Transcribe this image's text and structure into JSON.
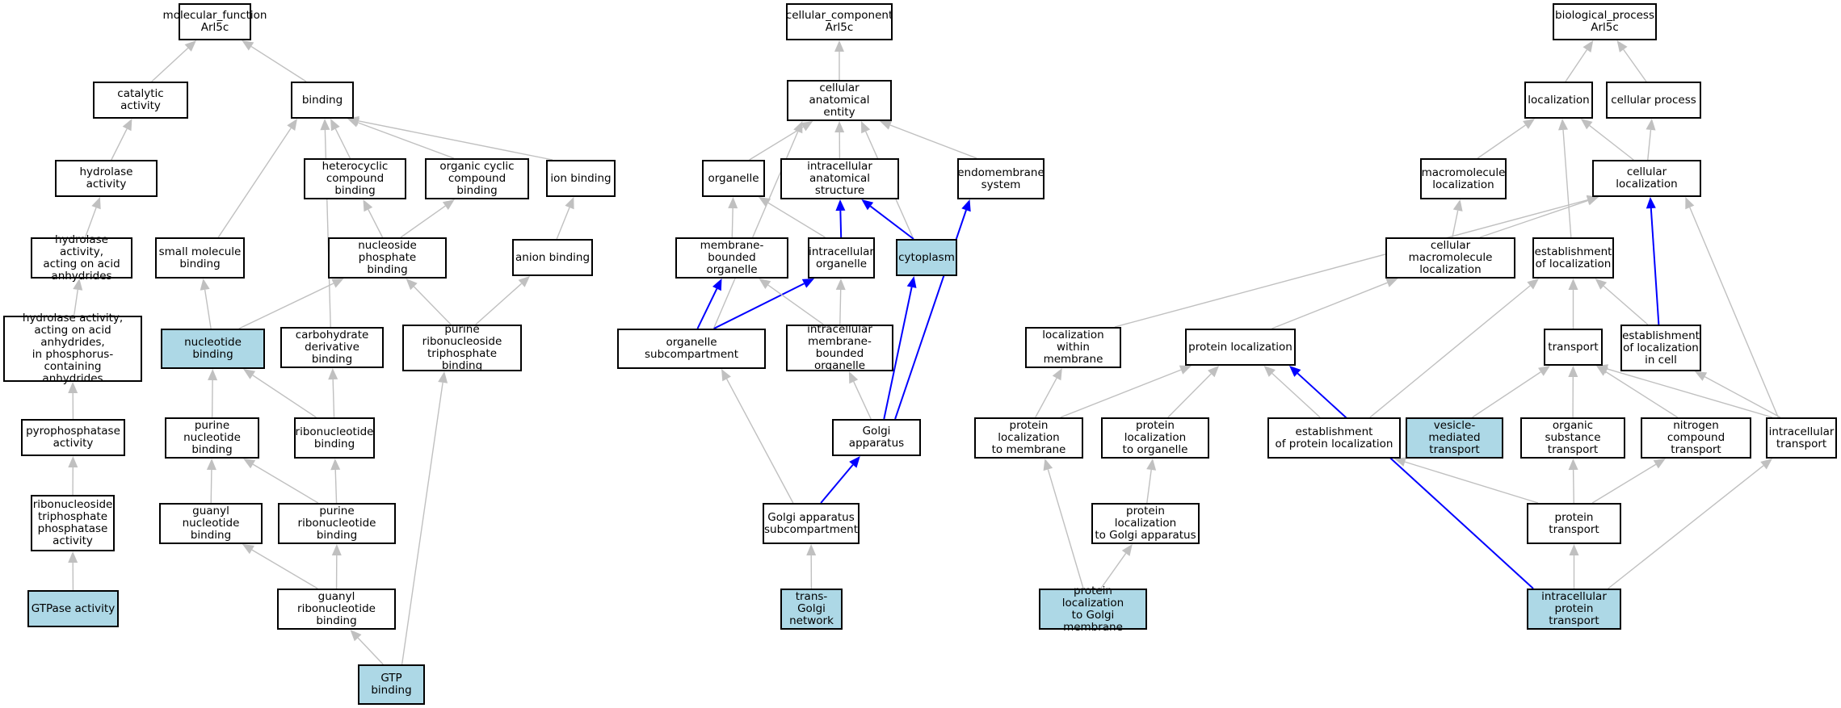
{
  "colors": {
    "highlight_fill": "#add8e6",
    "normal_fill": "#ffffff",
    "edge_gray": "#c0c0c0",
    "edge_blue": "#0000ff",
    "border": "#000000"
  },
  "nodes": {
    "mf_root": {
      "label": "molecular_function\nArl5c",
      "highlight": false
    },
    "catalytic": {
      "label": "catalytic activity",
      "highlight": false
    },
    "binding": {
      "label": "binding",
      "highlight": false
    },
    "hydrolase": {
      "label": "hydrolase activity",
      "highlight": false
    },
    "hydrolase_acid": {
      "label": "hydrolase activity,\nacting on acid\nanhydrides",
      "highlight": false
    },
    "hydrolase_p": {
      "label": "hydrolase activity,\nacting on acid\nanhydrides,\nin phosphorus-containing\nanhydrides",
      "highlight": false
    },
    "pyrophosphatase": {
      "label": "pyrophosphatase\nactivity",
      "highlight": false
    },
    "rntp_phosphatase": {
      "label": "ribonucleoside\ntriphosphate\nphosphatase\nactivity",
      "highlight": false
    },
    "gtpase": {
      "label": "GTPase activity",
      "highlight": true
    },
    "heterocyclic": {
      "label": "heterocyclic\ncompound binding",
      "highlight": false
    },
    "organic_cyclic": {
      "label": "organic cyclic\ncompound binding",
      "highlight": false
    },
    "ion_binding": {
      "label": "ion binding",
      "highlight": false
    },
    "small_molecule": {
      "label": "small molecule\nbinding",
      "highlight": false
    },
    "nucleoside_phosphate": {
      "label": "nucleoside phosphate\nbinding",
      "highlight": false
    },
    "anion_binding": {
      "label": "anion binding",
      "highlight": false
    },
    "nucleotide_binding": {
      "label": "nucleotide binding",
      "highlight": true
    },
    "carbohydrate_deriv": {
      "label": "carbohydrate\nderivative binding",
      "highlight": false
    },
    "purine_rnstp": {
      "label": "purine ribonucleoside\ntriphosphate\nbinding",
      "highlight": false
    },
    "purine_nucleotide": {
      "label": "purine nucleotide\nbinding",
      "highlight": false
    },
    "ribonucleotide": {
      "label": "ribonucleotide\nbinding",
      "highlight": false
    },
    "guanyl_nucleotide": {
      "label": "guanyl nucleotide\nbinding",
      "highlight": false
    },
    "purine_ribonucleotide": {
      "label": "purine ribonucleotide\nbinding",
      "highlight": false
    },
    "guanyl_ribonucleotide": {
      "label": "guanyl ribonucleotide\nbinding",
      "highlight": false
    },
    "gtp_binding": {
      "label": "GTP binding",
      "highlight": true
    },
    "cc_root": {
      "label": "cellular_component\nArl5c",
      "highlight": false
    },
    "cae": {
      "label": "cellular anatomical\nentity",
      "highlight": false
    },
    "organelle": {
      "label": "organelle",
      "highlight": false
    },
    "intracellular_as": {
      "label": "intracellular\nanatomical structure",
      "highlight": false
    },
    "endomembrane": {
      "label": "endomembrane\nsystem",
      "highlight": false
    },
    "membrane_bounded": {
      "label": "membrane-bounded\norganelle",
      "highlight": false
    },
    "intracellular_org": {
      "label": "intracellular\norganelle",
      "highlight": false
    },
    "cytoplasm": {
      "label": "cytoplasm",
      "highlight": true
    },
    "organelle_subcomp": {
      "label": "organelle subcompartment",
      "highlight": false
    },
    "intra_mb_org": {
      "label": "intracellular\nmembrane-bounded\norganelle",
      "highlight": false
    },
    "golgi": {
      "label": "Golgi apparatus",
      "highlight": false
    },
    "golgi_subcomp": {
      "label": "Golgi apparatus\nsubcompartment",
      "highlight": false
    },
    "tgn": {
      "label": "trans-Golgi\nnetwork",
      "highlight": true
    },
    "bp_root": {
      "label": "biological_process\nArl5c",
      "highlight": false
    },
    "localization": {
      "label": "localization",
      "highlight": false
    },
    "cellular_process": {
      "label": "cellular process",
      "highlight": false
    },
    "macromolecule_loc": {
      "label": "macromolecule\nlocalization",
      "highlight": false
    },
    "cellular_loc": {
      "label": "cellular localization",
      "highlight": false
    },
    "cell_macro_loc": {
      "label": "cellular macromolecule\nlocalization",
      "highlight": false
    },
    "establish_loc": {
      "label": "establishment\nof localization",
      "highlight": false
    },
    "loc_within_membrane": {
      "label": "localization\nwithin membrane",
      "highlight": false
    },
    "protein_loc": {
      "label": "protein localization",
      "highlight": false
    },
    "transport": {
      "label": "transport",
      "highlight": false
    },
    "establish_loc_cell": {
      "label": "establishment\nof localization\nin cell",
      "highlight": false
    },
    "protein_loc_membrane": {
      "label": "protein localization\nto membrane",
      "highlight": false
    },
    "protein_loc_organelle": {
      "label": "protein localization\nto organelle",
      "highlight": false
    },
    "establish_protein_loc": {
      "label": "establishment\nof protein localization",
      "highlight": false
    },
    "vesicle_transport": {
      "label": "vesicle-mediated\ntransport",
      "highlight": true
    },
    "organic_transport": {
      "label": "organic substance\ntransport",
      "highlight": false
    },
    "nitrogen_transport": {
      "label": "nitrogen compound\ntransport",
      "highlight": false
    },
    "intracellular_transport": {
      "label": "intracellular\ntransport",
      "highlight": false
    },
    "protein_loc_golgi": {
      "label": "protein localization\nto Golgi apparatus",
      "highlight": false
    },
    "protein_transport": {
      "label": "protein transport",
      "highlight": false
    },
    "protein_loc_golgi_membrane": {
      "label": "protein localization\nto Golgi membrane",
      "highlight": true
    },
    "intracellular_protein_transport": {
      "label": "intracellular\nprotein transport",
      "highlight": true
    }
  },
  "edges": [
    {
      "from": "catalytic",
      "to": "mf_root",
      "color": "gray"
    },
    {
      "from": "binding",
      "to": "mf_root",
      "color": "gray"
    },
    {
      "from": "hydrolase",
      "to": "catalytic",
      "color": "gray"
    },
    {
      "from": "hydrolase_acid",
      "to": "hydrolase",
      "color": "gray"
    },
    {
      "from": "hydrolase_p",
      "to": "hydrolase_acid",
      "color": "gray"
    },
    {
      "from": "pyrophosphatase",
      "to": "hydrolase_p",
      "color": "gray"
    },
    {
      "from": "rntp_phosphatase",
      "to": "pyrophosphatase",
      "color": "gray"
    },
    {
      "from": "gtpase",
      "to": "rntp_phosphatase",
      "color": "gray"
    },
    {
      "from": "heterocyclic",
      "to": "binding",
      "color": "gray"
    },
    {
      "from": "organic_cyclic",
      "to": "binding",
      "color": "gray"
    },
    {
      "from": "ion_binding",
      "to": "binding",
      "color": "gray"
    },
    {
      "from": "small_molecule",
      "to": "binding",
      "color": "gray"
    },
    {
      "from": "carbohydrate_deriv",
      "to": "binding",
      "color": "gray"
    },
    {
      "from": "nucleoside_phosphate",
      "to": "heterocyclic",
      "color": "gray"
    },
    {
      "from": "nucleoside_phosphate",
      "to": "organic_cyclic",
      "color": "gray"
    },
    {
      "from": "anion_binding",
      "to": "ion_binding",
      "color": "gray"
    },
    {
      "from": "nucleotide_binding",
      "to": "small_molecule",
      "color": "gray"
    },
    {
      "from": "nucleotide_binding",
      "to": "nucleoside_phosphate",
      "color": "gray"
    },
    {
      "from": "purine_rnstp",
      "to": "nucleoside_phosphate",
      "color": "gray"
    },
    {
      "from": "purine_rnstp",
      "to": "anion_binding",
      "color": "gray"
    },
    {
      "from": "purine_nucleotide",
      "to": "nucleotide_binding",
      "color": "gray"
    },
    {
      "from": "ribonucleotide",
      "to": "nucleotide_binding",
      "color": "gray"
    },
    {
      "from": "ribonucleotide",
      "to": "carbohydrate_deriv",
      "color": "gray"
    },
    {
      "from": "guanyl_nucleotide",
      "to": "purine_nucleotide",
      "color": "gray"
    },
    {
      "from": "purine_ribonucleotide",
      "to": "purine_nucleotide",
      "color": "gray"
    },
    {
      "from": "purine_ribonucleotide",
      "to": "ribonucleotide",
      "color": "gray"
    },
    {
      "from": "guanyl_ribonucleotide",
      "to": "guanyl_nucleotide",
      "color": "gray"
    },
    {
      "from": "guanyl_ribonucleotide",
      "to": "purine_ribonucleotide",
      "color": "gray"
    },
    {
      "from": "gtp_binding",
      "to": "guanyl_ribonucleotide",
      "color": "gray"
    },
    {
      "from": "gtp_binding",
      "to": "purine_rnstp",
      "color": "gray"
    },
    {
      "from": "cae",
      "to": "cc_root",
      "color": "gray"
    },
    {
      "from": "organelle",
      "to": "cae",
      "color": "gray"
    },
    {
      "from": "intracellular_as",
      "to": "cae",
      "color": "gray"
    },
    {
      "from": "endomembrane",
      "to": "cae",
      "color": "gray"
    },
    {
      "from": "cytoplasm",
      "to": "cae",
      "color": "gray"
    },
    {
      "from": "organelle_subcomp",
      "to": "cae",
      "color": "gray"
    },
    {
      "from": "membrane_bounded",
      "to": "organelle",
      "color": "gray"
    },
    {
      "from": "intracellular_org",
      "to": "organelle",
      "color": "gray"
    },
    {
      "from": "intracellular_org",
      "to": "intracellular_as",
      "color": "blue"
    },
    {
      "from": "cytoplasm",
      "to": "intracellular_as",
      "color": "blue"
    },
    {
      "from": "organelle_subcomp",
      "to": "membrane_bounded",
      "color": "blue"
    },
    {
      "from": "organelle_subcomp",
      "to": "intracellular_org",
      "color": "blue"
    },
    {
      "from": "intra_mb_org",
      "to": "membrane_bounded",
      "color": "gray"
    },
    {
      "from": "intra_mb_org",
      "to": "intracellular_org",
      "color": "gray"
    },
    {
      "from": "golgi",
      "to": "intra_mb_org",
      "color": "gray"
    },
    {
      "from": "golgi",
      "to": "cytoplasm",
      "color": "blue"
    },
    {
      "from": "golgi",
      "to": "endomembrane",
      "color": "blue"
    },
    {
      "from": "golgi_subcomp",
      "to": "golgi",
      "color": "blue"
    },
    {
      "from": "golgi_subcomp",
      "to": "organelle_subcomp",
      "color": "gray"
    },
    {
      "from": "tgn",
      "to": "golgi_subcomp",
      "color": "gray"
    },
    {
      "from": "localization",
      "to": "bp_root",
      "color": "gray"
    },
    {
      "from": "cellular_process",
      "to": "bp_root",
      "color": "gray"
    },
    {
      "from": "macromolecule_loc",
      "to": "localization",
      "color": "gray"
    },
    {
      "from": "cellular_loc",
      "to": "localization",
      "color": "gray"
    },
    {
      "from": "establish_loc",
      "to": "localization",
      "color": "gray"
    },
    {
      "from": "cellular_loc",
      "to": "cellular_process",
      "color": "gray"
    },
    {
      "from": "cell_macro_loc",
      "to": "macromolecule_loc",
      "color": "gray"
    },
    {
      "from": "cell_macro_loc",
      "to": "cellular_loc",
      "color": "gray"
    },
    {
      "from": "loc_within_membrane",
      "to": "cellular_loc",
      "color": "gray"
    },
    {
      "from": "establish_loc_cell",
      "to": "cellular_loc",
      "color": "blue"
    },
    {
      "from": "establish_loc_cell",
      "to": "establish_loc",
      "color": "gray"
    },
    {
      "from": "intracellular_transport",
      "to": "cellular_loc",
      "color": "gray"
    },
    {
      "from": "intracellular_transport",
      "to": "establish_loc_cell",
      "color": "gray"
    },
    {
      "from": "intracellular_transport",
      "to": "transport",
      "color": "gray"
    },
    {
      "from": "protein_loc",
      "to": "cell_macro_loc",
      "color": "gray"
    },
    {
      "from": "transport",
      "to": "establish_loc",
      "color": "gray"
    },
    {
      "from": "establish_protein_loc",
      "to": "establish_loc",
      "color": "gray"
    },
    {
      "from": "establish_protein_loc",
      "to": "protein_loc",
      "color": "gray"
    },
    {
      "from": "protein_loc_membrane",
      "to": "loc_within_membrane",
      "color": "gray"
    },
    {
      "from": "protein_loc_membrane",
      "to": "protein_loc",
      "color": "gray"
    },
    {
      "from": "protein_loc_organelle",
      "to": "protein_loc",
      "color": "gray"
    },
    {
      "from": "vesicle_transport",
      "to": "transport",
      "color": "gray"
    },
    {
      "from": "organic_transport",
      "to": "transport",
      "color": "gray"
    },
    {
      "from": "nitrogen_transport",
      "to": "transport",
      "color": "gray"
    },
    {
      "from": "protein_loc_golgi",
      "to": "protein_loc_organelle",
      "color": "gray"
    },
    {
      "from": "protein_transport",
      "to": "establish_protein_loc",
      "color": "gray"
    },
    {
      "from": "protein_transport",
      "to": "organic_transport",
      "color": "gray"
    },
    {
      "from": "protein_transport",
      "to": "nitrogen_transport",
      "color": "gray"
    },
    {
      "from": "protein_loc_golgi_membrane",
      "to": "protein_loc_membrane",
      "color": "gray"
    },
    {
      "from": "protein_loc_golgi_membrane",
      "to": "protein_loc_golgi",
      "color": "gray"
    },
    {
      "from": "intracellular_protein_transport",
      "to": "protein_transport",
      "color": "gray"
    },
    {
      "from": "intracellular_protein_transport",
      "to": "intracellular_transport",
      "color": "gray"
    },
    {
      "from": "intracellular_protein_transport",
      "to": "protein_loc",
      "color": "blue"
    }
  ]
}
